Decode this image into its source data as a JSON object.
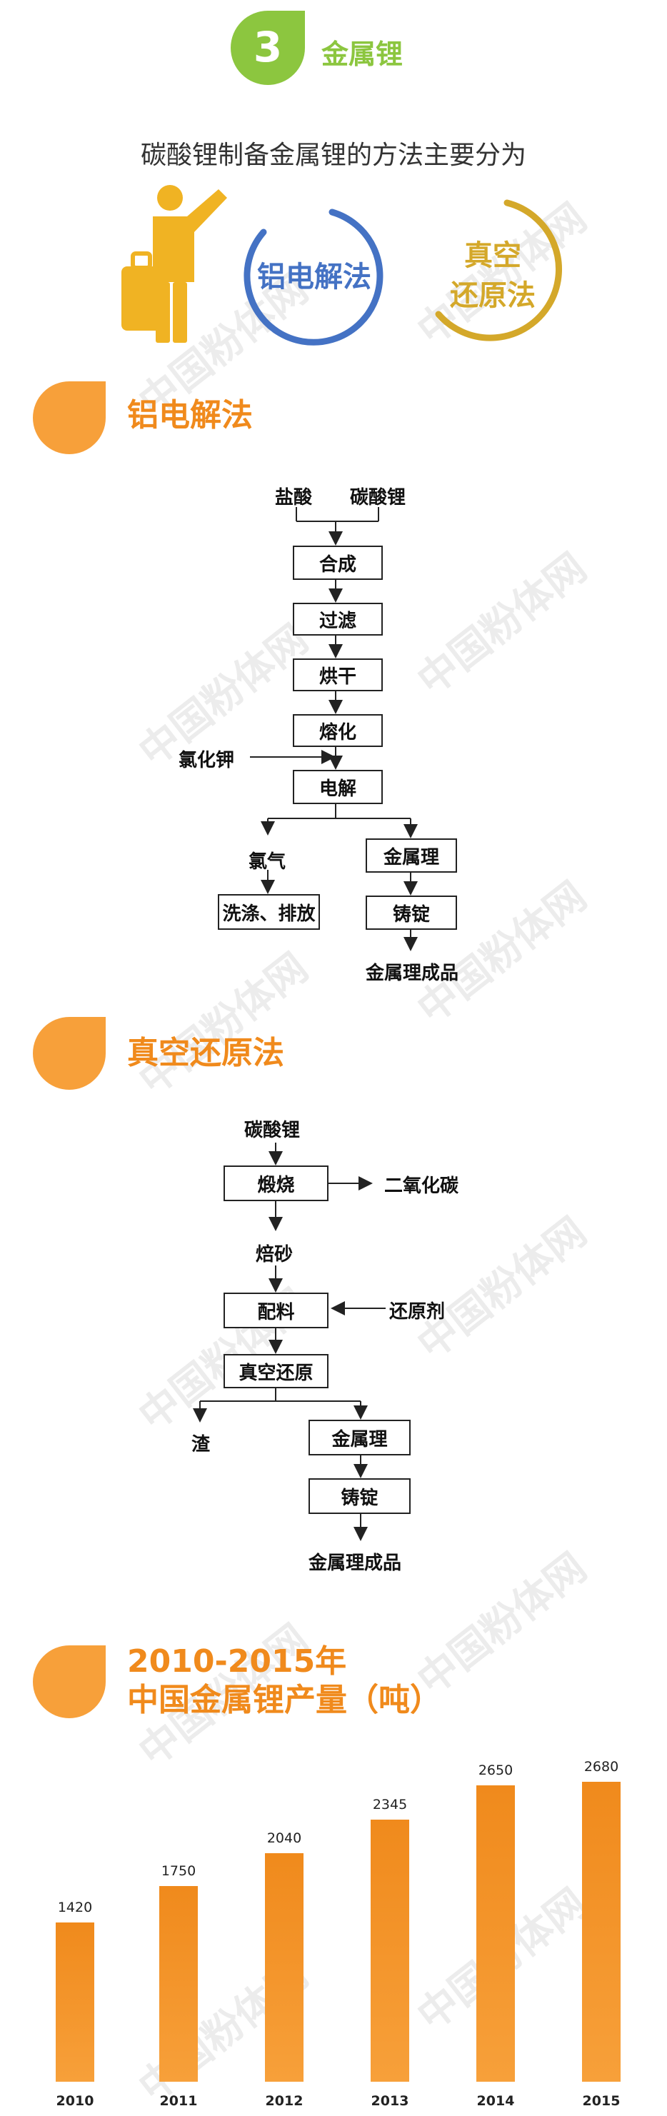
{
  "header": {
    "badge_number": "3",
    "title": "金属锂",
    "badge_color": "#8cc63f"
  },
  "intro": {
    "text": "碳酸锂制备金属锂的方法主要分为"
  },
  "methods": [
    {
      "label_line1": "铝电解法",
      "label_line2": "",
      "color": "#4472c4"
    },
    {
      "label_line1": "真空",
      "label_line2": "还原法",
      "color": "#d4a82a"
    }
  ],
  "watermark": {
    "text": "中国粉体网"
  },
  "section1": {
    "title": "铝电解法",
    "inputs": [
      "盐酸",
      "碳酸锂"
    ],
    "steps": [
      "合成",
      "过滤",
      "烘干",
      "熔化",
      "电解"
    ],
    "side_input": "氯化钾",
    "left_branch": [
      "氯气",
      "洗涤、排放"
    ],
    "right_branch": [
      "金属理",
      "铸锭"
    ],
    "product": "金属理成品"
  },
  "section2": {
    "title": "真空还原法",
    "input": "碳酸锂",
    "step1": "煅烧",
    "side_output": "二氧化碳",
    "intermediate": "焙砂",
    "step2": "配料",
    "side_input": "还原剂",
    "step3": "真空还原",
    "left_output": "渣",
    "right_branch": [
      "金属理",
      "铸锭"
    ],
    "product": "金属理成品"
  },
  "section3": {
    "title_line1": "2010-2015年",
    "title_line2": "中国金属锂产量（吨）"
  },
  "colors": {
    "accent": "#f08a1c",
    "accent_light": "#f7a03a"
  },
  "chart_data": {
    "type": "bar",
    "categories": [
      "2010",
      "2011",
      "2012",
      "2013",
      "2014",
      "2015"
    ],
    "values": [
      1420,
      1750,
      2040,
      2345,
      2650,
      2680
    ],
    "title": "2010-2015年 中国金属锂产量（吨）",
    "xlabel": "",
    "ylabel": "",
    "ylim": [
      0,
      2680
    ],
    "grid": false,
    "data_labels": true
  }
}
